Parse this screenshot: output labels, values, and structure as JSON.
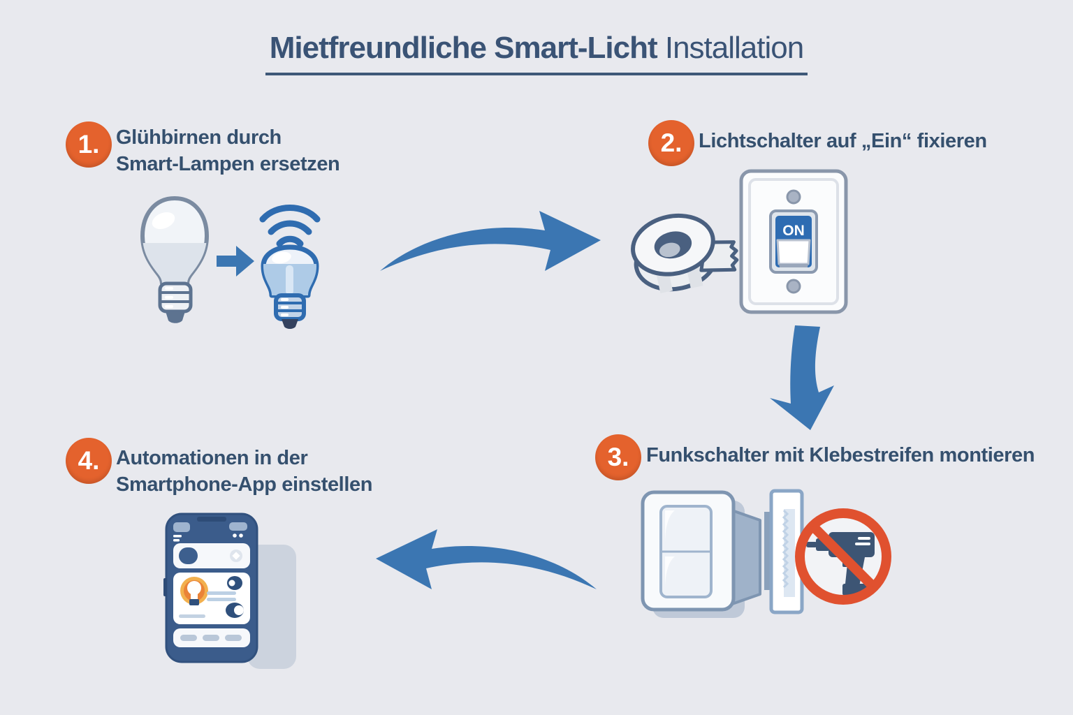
{
  "title": {
    "main": "Mietfreundliche Smart-Licht",
    "suffix": "Installation"
  },
  "steps": [
    {
      "number": "1.",
      "lines": [
        "Glühbirnen durch",
        "Smart-Lampen ersetzen"
      ]
    },
    {
      "number": "2.",
      "lines": [
        "Lichtschalter auf „Ein“ fixieren"
      ]
    },
    {
      "number": "3.",
      "lines": [
        "Funkschalter mit Klebestreifen montieren"
      ]
    },
    {
      "number": "4.",
      "lines": [
        "Automationen in der",
        "Smartphone-App einstellen"
      ]
    }
  ],
  "illustration": {
    "switch_on_label": "ON",
    "icon_names": [
      "classic-bulb-icon",
      "replace-arrow-icon",
      "smart-bulb-icon",
      "wifi-waves-icon",
      "tape-roll-icon",
      "light-switch-on-icon",
      "radio-wall-switch-icon",
      "adhesive-strip-icon",
      "no-drill-icon",
      "smartphone-app-icon",
      "flow-arrow-right-icon",
      "flow-arrow-down-icon",
      "flow-arrow-left-icon"
    ]
  },
  "colors": {
    "background": "#e8e9ee",
    "heading_text": "#3a5375",
    "step_text": "#35506e",
    "badge_orange": "#e4622d",
    "arrow_blue": "#3b76b2",
    "smart_blue": "#2f6cb0",
    "outline_slate": "#4a6080",
    "prohibition_red": "#e0512f",
    "drill_slate": "#3d5574",
    "phone_navy": "#3b5c8b"
  }
}
